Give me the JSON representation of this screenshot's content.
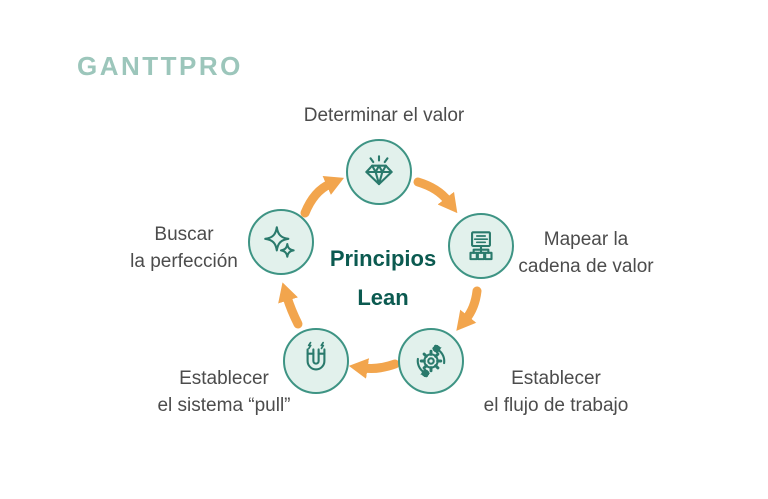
{
  "logo": {
    "text": "GANTTPRO"
  },
  "center": {
    "line1": "Principios",
    "line2": "Lean"
  },
  "nodes": [
    {
      "id": "determinar-valor",
      "icon": "diamond-icon",
      "label_line1": "Determinar el valor",
      "label_line2": ""
    },
    {
      "id": "mapear-cadena",
      "icon": "org-chart-icon",
      "label_line1": "Mapear la",
      "label_line2": "cadena de valor"
    },
    {
      "id": "flujo-trabajo",
      "icon": "gear-cycle-icon",
      "label_line1": "Establecer",
      "label_line2": "el flujo de trabajo"
    },
    {
      "id": "sistema-pull",
      "icon": "magnet-icon",
      "label_line1": "Establecer",
      "label_line2": "el sistema “pull”"
    },
    {
      "id": "buscar-perfeccion",
      "icon": "sparkles-icon",
      "label_line1": "Buscar",
      "label_line2": "la perfección"
    }
  ],
  "flow": {
    "direction": "clockwise",
    "steps": 5
  },
  "colors": {
    "logo": "#9cc6bb",
    "circle_fill": "#e2f1ec",
    "circle_border": "#3e9484",
    "icon_stroke": "#2a7a6c",
    "center_text": "#0b5a50",
    "label_text": "#4c4c4c",
    "arrow": "#f2a54d",
    "background": "#ffffff"
  }
}
